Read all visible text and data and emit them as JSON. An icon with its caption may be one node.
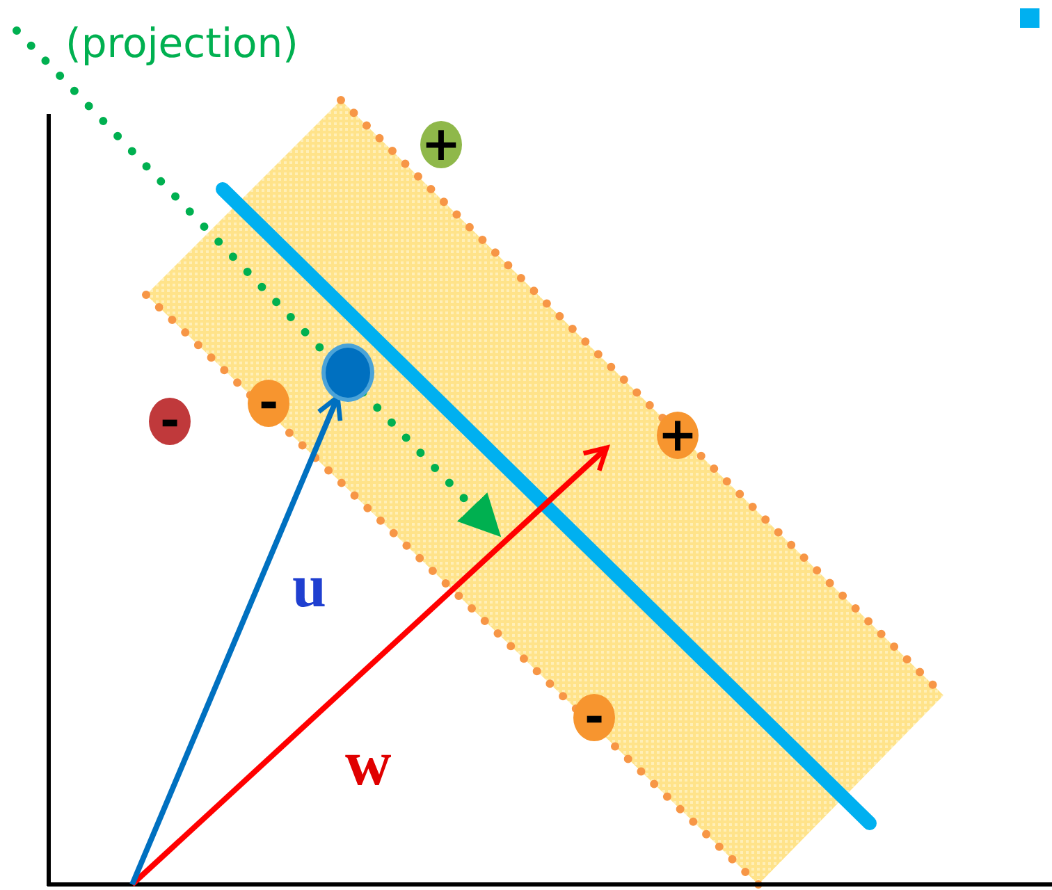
{
  "diagram": {
    "nodes": [
      {
        "text": [
          "+"
        ]
      },
      {
        "text": [],
        "shape": "circle"
      },
      {
        "text": [
          "-"
        ]
      },
      {
        "text": [
          "-"
        ]
      },
      {
        "text": [
          "+"
        ]
      },
      {
        "text": [
          "-"
        ]
      }
    ],
    "edges": [
      {
        "from": null,
        "to": 1,
        "arrow": "to",
        "label": "u"
      }
    ],
    "labels": [
      "(projection)",
      "w"
    ]
  }
}
